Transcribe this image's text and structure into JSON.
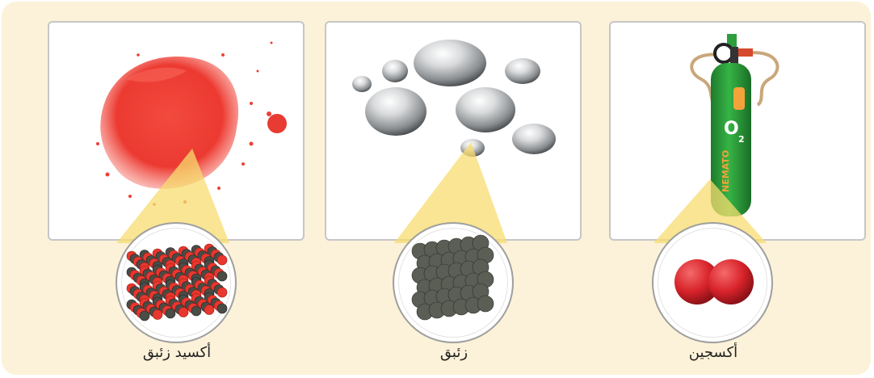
{
  "items": [
    {
      "name": "أكسجين",
      "tank_formula": "O",
      "tank_subscript": "2",
      "tank_brand": "NEMATO"
    },
    {
      "name": "زئبق"
    },
    {
      "name": "أكسيد زئبق"
    }
  ],
  "colors": {
    "panel_background": "#fcf2d9",
    "oxygen_atom": "#d8232a",
    "mercury_atom": "#5b5e55",
    "oxide_powder": "#ee4036",
    "tank_green": "#2e9e3c",
    "zoom_cone": "#f7dc6f"
  }
}
